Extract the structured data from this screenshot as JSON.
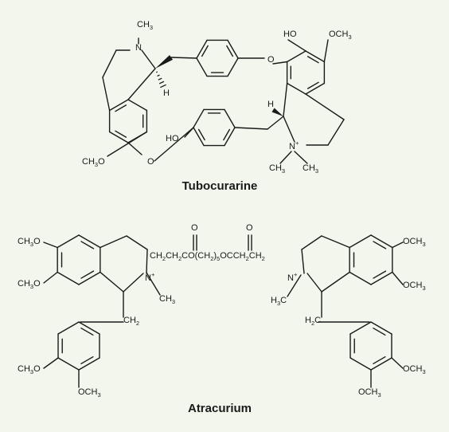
{
  "background": "#f2f6ec",
  "tubocurarine": {
    "title": "Tubocurarine",
    "labels": [
      {
        "id": "ch3-top",
        "parts": [
          [
            "CH",
            ""
          ],
          [
            "3",
            "sub"
          ]
        ]
      },
      {
        "id": "n",
        "parts": [
          [
            "N",
            ""
          ]
        ]
      },
      {
        "id": "h1",
        "parts": [
          [
            "H",
            ""
          ]
        ]
      },
      {
        "id": "ho1",
        "parts": [
          [
            "HO",
            ""
          ]
        ]
      },
      {
        "id": "och3-1",
        "parts": [
          [
            "OCH",
            ""
          ],
          [
            "3",
            "sub"
          ]
        ]
      },
      {
        "id": "o1",
        "parts": [
          [
            "O",
            ""
          ]
        ]
      },
      {
        "id": "h2",
        "parts": [
          [
            "H",
            ""
          ]
        ]
      },
      {
        "id": "ho2",
        "parts": [
          [
            "HO",
            ""
          ]
        ]
      },
      {
        "id": "nplus",
        "parts": [
          [
            "N",
            ""
          ],
          [
            "+",
            "sup"
          ]
        ]
      },
      {
        "id": "ch3o-1",
        "parts": [
          [
            "CH",
            ""
          ],
          [
            "3",
            "sub"
          ],
          [
            "O",
            ""
          ]
        ]
      },
      {
        "id": "o2",
        "parts": [
          [
            "O",
            ""
          ]
        ]
      },
      {
        "id": "ch3-a",
        "parts": [
          [
            "CH",
            ""
          ],
          [
            "3",
            "sub"
          ]
        ]
      },
      {
        "id": "ch3-b",
        "parts": [
          [
            "CH",
            ""
          ],
          [
            "3",
            "sub"
          ]
        ]
      }
    ]
  },
  "atracurium": {
    "title": "Atracurium",
    "labels": [
      {
        "id": "o-c1",
        "parts": [
          [
            "O",
            ""
          ]
        ]
      },
      {
        "id": "o-c2",
        "parts": [
          [
            "O",
            ""
          ]
        ]
      },
      {
        "id": "chain",
        "parts": [
          [
            "CH",
            ""
          ],
          [
            "2",
            "sub"
          ],
          [
            "CH",
            ""
          ],
          [
            "2",
            "sub"
          ],
          [
            "CO(CH",
            ""
          ],
          [
            "2",
            "sub"
          ],
          [
            ")",
            ""
          ],
          [
            "5",
            "sub"
          ],
          [
            "OCCH",
            ""
          ],
          [
            "2",
            "sub"
          ],
          [
            "CH",
            ""
          ],
          [
            "2",
            "sub"
          ]
        ]
      },
      {
        "id": "ch3o-l1",
        "parts": [
          [
            "CH",
            ""
          ],
          [
            "3",
            "sub"
          ],
          [
            "O",
            ""
          ]
        ]
      },
      {
        "id": "ch3o-l2",
        "parts": [
          [
            "CH",
            ""
          ],
          [
            "3",
            "sub"
          ],
          [
            "O",
            ""
          ]
        ]
      },
      {
        "id": "nplus-l",
        "parts": [
          [
            "N",
            ""
          ],
          [
            "+",
            "sup"
          ]
        ]
      },
      {
        "id": "ch3-l",
        "parts": [
          [
            "CH",
            ""
          ],
          [
            "3",
            "sub"
          ]
        ]
      },
      {
        "id": "ch2-l",
        "parts": [
          [
            "CH",
            ""
          ],
          [
            "2",
            "sub"
          ]
        ]
      },
      {
        "id": "ch3o-l3",
        "parts": [
          [
            "CH",
            ""
          ],
          [
            "3",
            "sub"
          ],
          [
            "O",
            ""
          ]
        ]
      },
      {
        "id": "och3-l4",
        "parts": [
          [
            "OCH",
            ""
          ],
          [
            "3",
            "sub"
          ]
        ]
      },
      {
        "id": "och3-r1",
        "parts": [
          [
            "OCH",
            ""
          ],
          [
            "3",
            "sub"
          ]
        ]
      },
      {
        "id": "och3-r2",
        "parts": [
          [
            "OCH",
            ""
          ],
          [
            "3",
            "sub"
          ]
        ]
      },
      {
        "id": "nplus-r",
        "parts": [
          [
            "N",
            ""
          ],
          [
            "+",
            "sup"
          ]
        ]
      },
      {
        "id": "h3c-r",
        "parts": [
          [
            "H",
            ""
          ],
          [
            "3",
            "sub"
          ],
          [
            "C",
            ""
          ]
        ]
      },
      {
        "id": "h2c-r",
        "parts": [
          [
            "H",
            ""
          ],
          [
            "2",
            "sub"
          ],
          [
            "C",
            ""
          ]
        ]
      },
      {
        "id": "och3-r3",
        "parts": [
          [
            "OCH",
            ""
          ],
          [
            "3",
            "sub"
          ]
        ]
      },
      {
        "id": "och3-r4",
        "parts": [
          [
            "OCH",
            ""
          ],
          [
            "3",
            "sub"
          ]
        ]
      }
    ]
  }
}
